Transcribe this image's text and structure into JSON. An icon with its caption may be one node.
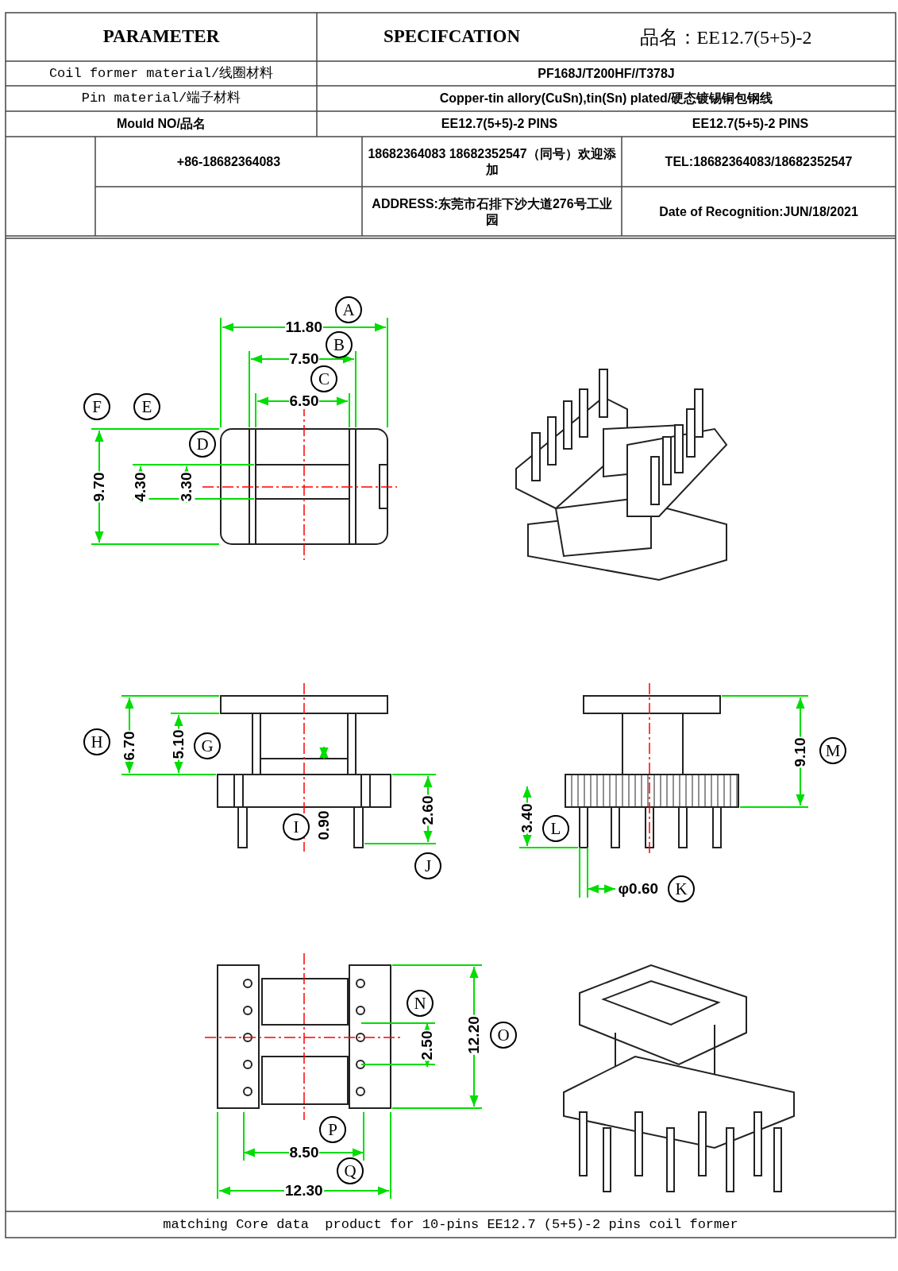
{
  "diagram": {
    "labels": [
      "PARAMETER",
      "SPECIFCATION",
      "品名：EE12.7(5+5)-2",
      "Coil former material/线圈材料",
      "PF168J/T200HF//T378J",
      "Pin material/端子材料",
      "Copper-tin allory(CuSn),tin(Sn) plated/硬态镀锡铜包钢线",
      "Mould NO/品名",
      "EE12.7(5+5)-2 PINS",
      "EE12.7(5+5)-2 PINS",
      "+86-18682364083",
      "18682364083 18682352547（同号）欢迎添加",
      "TEL:18682364083/18682352547",
      "ADDRESS:东莞市石排下沙大道276号工业园",
      "Date of Recognition:JUN/18/2021",
      "A",
      "11.80",
      "B",
      "7.50",
      "C",
      "6.50",
      "F",
      "E",
      "D",
      "9.70",
      "4.30",
      "3.30",
      "H",
      "6.70",
      "5.10",
      "G",
      "9.10",
      "M",
      "I",
      "0.90",
      "2.60",
      "3.40",
      "L",
      "J",
      "φ0.60",
      "K",
      "N",
      "2.50",
      "12.20",
      "O",
      "P",
      "8.50",
      "Q",
      "12.30",
      "matching Core data  product for 10-pins EE12.7 (5+5)-2 pins coil former"
    ]
  }
}
